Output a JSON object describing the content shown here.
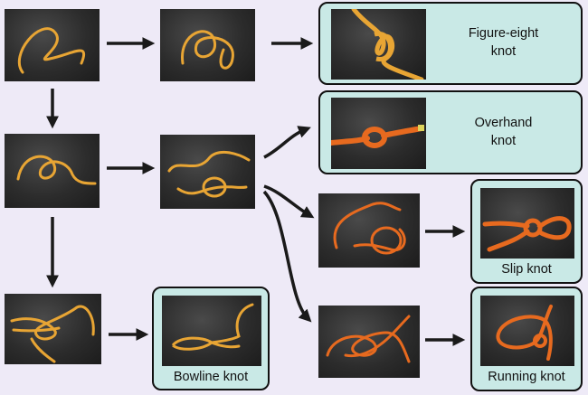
{
  "knots": {
    "figure_eight": {
      "line1": "Figure-eight",
      "line2": "knot"
    },
    "overhand": {
      "line1": "Overhand",
      "line2": "knot"
    },
    "slip": "Slip knot",
    "running": "Running knot",
    "bowline": "Bowline knot"
  },
  "colors": {
    "background": "#eeeaf7",
    "card_fill": "#c9e9e6",
    "rope_yellow": "#e8a534",
    "rope_orange": "#e76a1f",
    "arrow": "#1a1a1a"
  }
}
